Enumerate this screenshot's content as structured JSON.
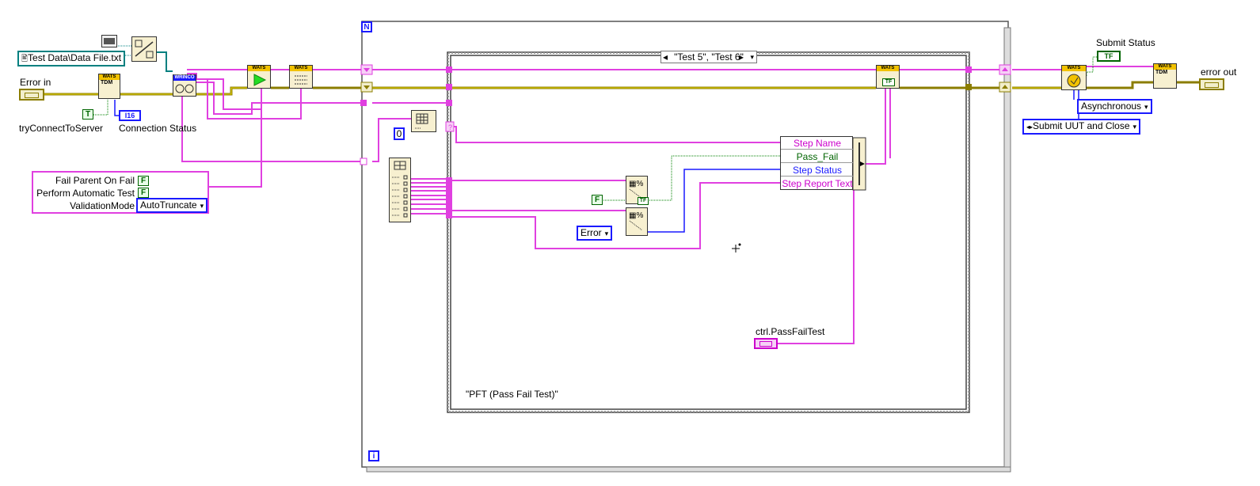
{
  "diagram": {
    "loop_iteration_label": "N",
    "loop_index_label": "i",
    "case_selector": {
      "value": "\"Test 5\", \"Test 6\"",
      "prev_glyph": "◂",
      "next_glyph": "▸",
      "menu_glyph": "▾"
    },
    "case_subdiagram_label": "\"PFT (Pass Fail Test)\"",
    "labels": {
      "error_in": "Error in",
      "try_connect": "tryConnectToServer",
      "connection_status": "Connection Status",
      "submit_status": "Submit Status",
      "error_out": "error out",
      "ctrl_pass_fail": "ctrl.PassFailTest"
    },
    "path_constant": "Test Data\\Data File.txt",
    "settings_cluster": {
      "fail_parent": "Fail Parent On Fail",
      "perform_auto": "Perform Automatic Test",
      "validation_mode": "ValidationMode",
      "validation_value": "AutoTruncate"
    },
    "constants": {
      "bool_true": "T",
      "bool_false": "F",
      "numeric_zero": "0",
      "error_ring": "Error",
      "async_ring": "Asynchronous",
      "submit_ring": "Submit UUT and Close",
      "i16": "I16",
      "tf": "TF"
    },
    "bundle_fields": [
      "Step Name",
      "Pass_Fail",
      "Step Status",
      "Step Report Text"
    ],
    "node_header": "WATS",
    "node_tdm": "TDM",
    "wireio_label": "WRINCO",
    "colors": {
      "cluster_wire": "#e040e0",
      "error_wire": "#8b7d00",
      "bool_wire": "#008000",
      "enum_wire": "#1a1aff",
      "node_header": "#f2c200",
      "frame_border": "#555555"
    }
  }
}
